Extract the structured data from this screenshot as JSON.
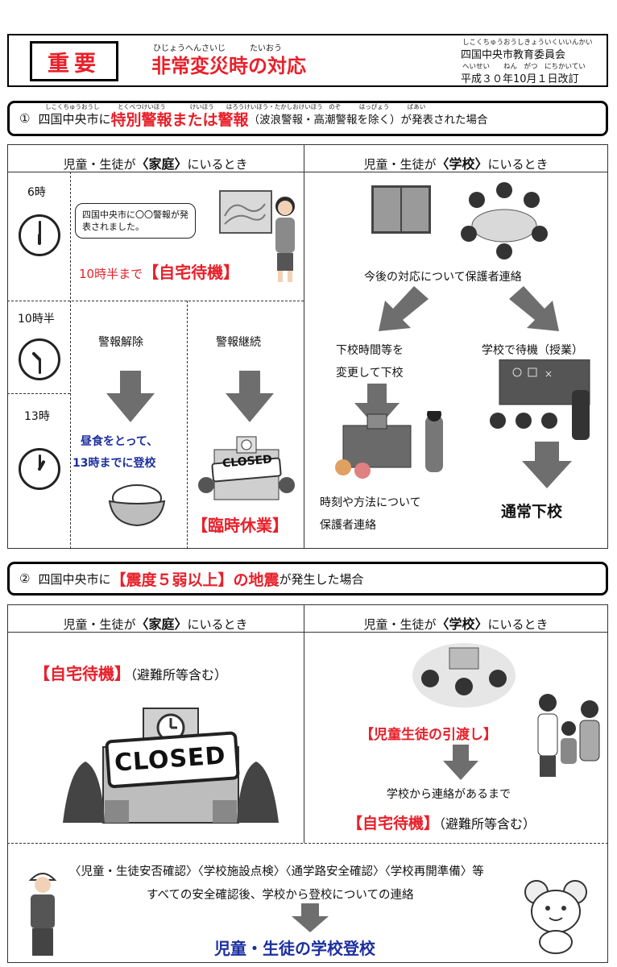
{
  "header": {
    "badge": "重要",
    "title_ruby": "ひじょうへんさいじ　　　たいおう",
    "title": "非常変災時の対応",
    "org_ruby": "しこくちゅうおうしきょういくいいんかい",
    "org": "四国中央市教育委員会",
    "date_ruby": "へいせい　　ねん　がつ　にちかいてい",
    "date": "平成３０年10月１日改訂"
  },
  "section1": {
    "number": "①",
    "ruby": "しこくちゅうおうし　　　とくべつけいほう　　　　けいほう　　はろうけいほう・たかしおけいほう　のぞ　　　はっぴょう　　　ばあい",
    "pre": "四国中央市に",
    "highlight": "特別警報または警報",
    "post": "（波浪警報・高潮警報を除く）が発表された場合",
    "home_header_pre": "児童・生徒が",
    "home_header_key": "〈家庭〉",
    "home_header_post": "にいるとき",
    "school_header_pre": "児童・生徒が",
    "school_header_key": "〈学校〉",
    "school_header_post": "にいるとき",
    "time_6": "6時",
    "time_1030": "10時半",
    "time_13": "13時",
    "speech": "四国中央市に〇〇警報が発表されました。",
    "until_pre": "10時半まで",
    "home_wait": "【自宅待機】",
    "lifted": "警報解除",
    "continued": "警報継続",
    "lunch_line1": "昼食をとって、",
    "lunch_line2": "13時までに登校",
    "closed_sign": "CLOSED",
    "temp_closure": "【臨時休業】",
    "contact_parents": "今後の対応について保護者連絡",
    "change_line1": "下校時間等を",
    "change_line2": "変更して下校",
    "wait_school": "学校で待機（授業）",
    "time_method_line1": "時刻や方法について",
    "time_method_line2": "保護者連絡",
    "normal_dismissal": "通常下校"
  },
  "section2": {
    "number": "②",
    "pre": "四国中央市に",
    "highlight": "【震度５弱以上】",
    "mid": "の地震",
    "post": "が発生した場合",
    "home_header_pre": "児童・生徒が",
    "home_header_key": "〈家庭〉",
    "home_header_post": "にいるとき",
    "school_header_pre": "児童・生徒が",
    "school_header_key": "〈学校〉",
    "school_header_post": "にいるとき",
    "home_wait": "【自宅待機】",
    "shelter": "（避難所等含む）",
    "closed_sign": "CLOSED",
    "handover": "【児童生徒の引渡し】",
    "until_contact": "学校から連絡があるまで",
    "home_wait2": "【自宅待機】",
    "shelter2": "（避難所等含む）",
    "checks": "〈児童・生徒安否確認〉〈学校施設点検〉〈通学路安全確認〉〈学校再開準備〉等",
    "after_checks": "すべての安全確認後、学校から登校についての連絡",
    "final": "児童・生徒の学校登校"
  },
  "colors": {
    "accent_red": "#e8202a",
    "accent_blue": "#1c2f9e",
    "arrow_gray": "#6e6e6e"
  }
}
